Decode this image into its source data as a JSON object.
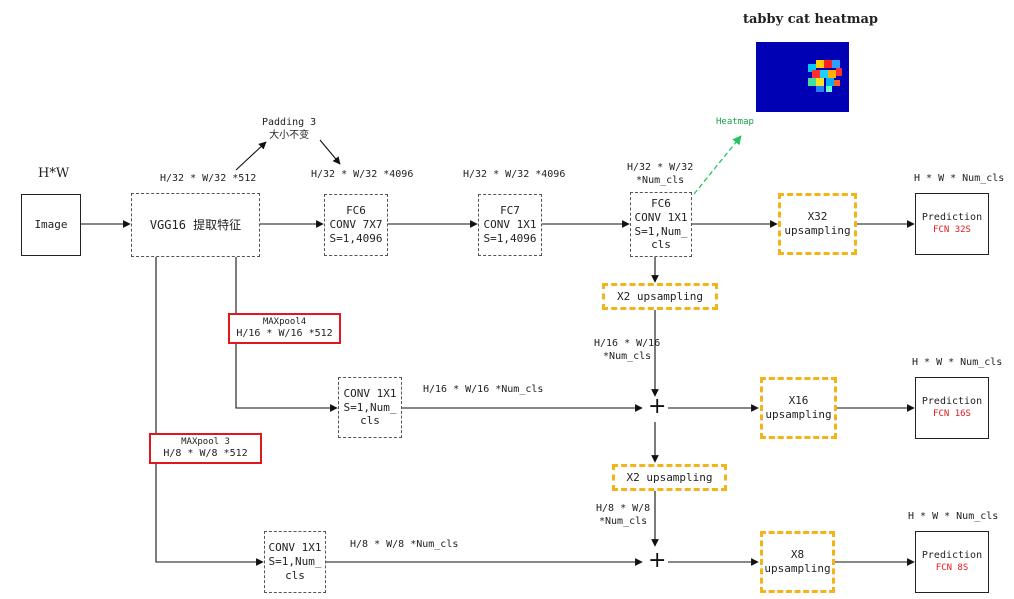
{
  "input": {
    "size_label": "H*W",
    "box_label": "Image"
  },
  "vgg": {
    "shape": "H/32 * W/32 *512",
    "label": "VGG16 提取特征"
  },
  "padding": {
    "line1": "Padding 3",
    "line2": "大小不变"
  },
  "fc6": {
    "shape": "H/32 * W/32 *4096",
    "line1": "FC6",
    "line2": "CONV 7X7",
    "line3": "S=1,4096"
  },
  "fc7": {
    "shape": "H/32 * W/32 *4096",
    "line1": "FC7",
    "line2": "CONV 1X1",
    "line3": "S=1,4096"
  },
  "fc6b": {
    "shape1": "H/32 * W/32",
    "shape2": "*Num_cls",
    "line1": "FC6",
    "line2": "CONV 1X1",
    "line3": "S=1,Num_",
    "line4": "cls"
  },
  "heatmap": {
    "title": "tabby cat heatmap",
    "arrow_label": "Heatmap"
  },
  "up32": {
    "line1": "X32",
    "line2": "upsampling"
  },
  "pred32": {
    "shape": "H * W * Num_cls",
    "label": "Prediction",
    "sub": "FCN 32S"
  },
  "up2a": {
    "label": "X2 upsampling",
    "shape1": "H/16 * W/16",
    "shape2": "*Num_cls"
  },
  "maxpool4": {
    "line1": "MAXpool4",
    "line2": "H/16 * W/16 *512"
  },
  "conv4": {
    "line1": "CONV 1X1",
    "line2": "S=1,Num_",
    "line3": "cls",
    "shape": "H/16 * W/16 *Num_cls"
  },
  "up16": {
    "line1": "X16",
    "line2": "upsampling"
  },
  "pred16": {
    "shape": "H * W * Num_cls",
    "label": "Prediction",
    "sub": "FCN 16S"
  },
  "maxpool3": {
    "line1": "MAXpool 3",
    "line2": "H/8 * W/8 *512"
  },
  "up2b": {
    "label": "X2 upsampling",
    "shape1": "H/8 * W/8",
    "shape2": "*Num_cls"
  },
  "conv3": {
    "line1": "CONV 1X1",
    "line2": "S=1,Num_",
    "line3": "cls",
    "shape": "H/8 * W/8 *Num_cls"
  },
  "up8": {
    "line1": "X8",
    "line2": "upsampling"
  },
  "pred8": {
    "shape": "H * W * Num_cls",
    "label": "Prediction",
    "sub": "FCN 8S"
  },
  "sum_symbol": "+",
  "colors": {
    "dashed_orange": "#f2b41a",
    "highlight_red": "#e0181e",
    "heatmap_arrow": "#22c55e",
    "heatmap_bg": "#0000b4"
  }
}
